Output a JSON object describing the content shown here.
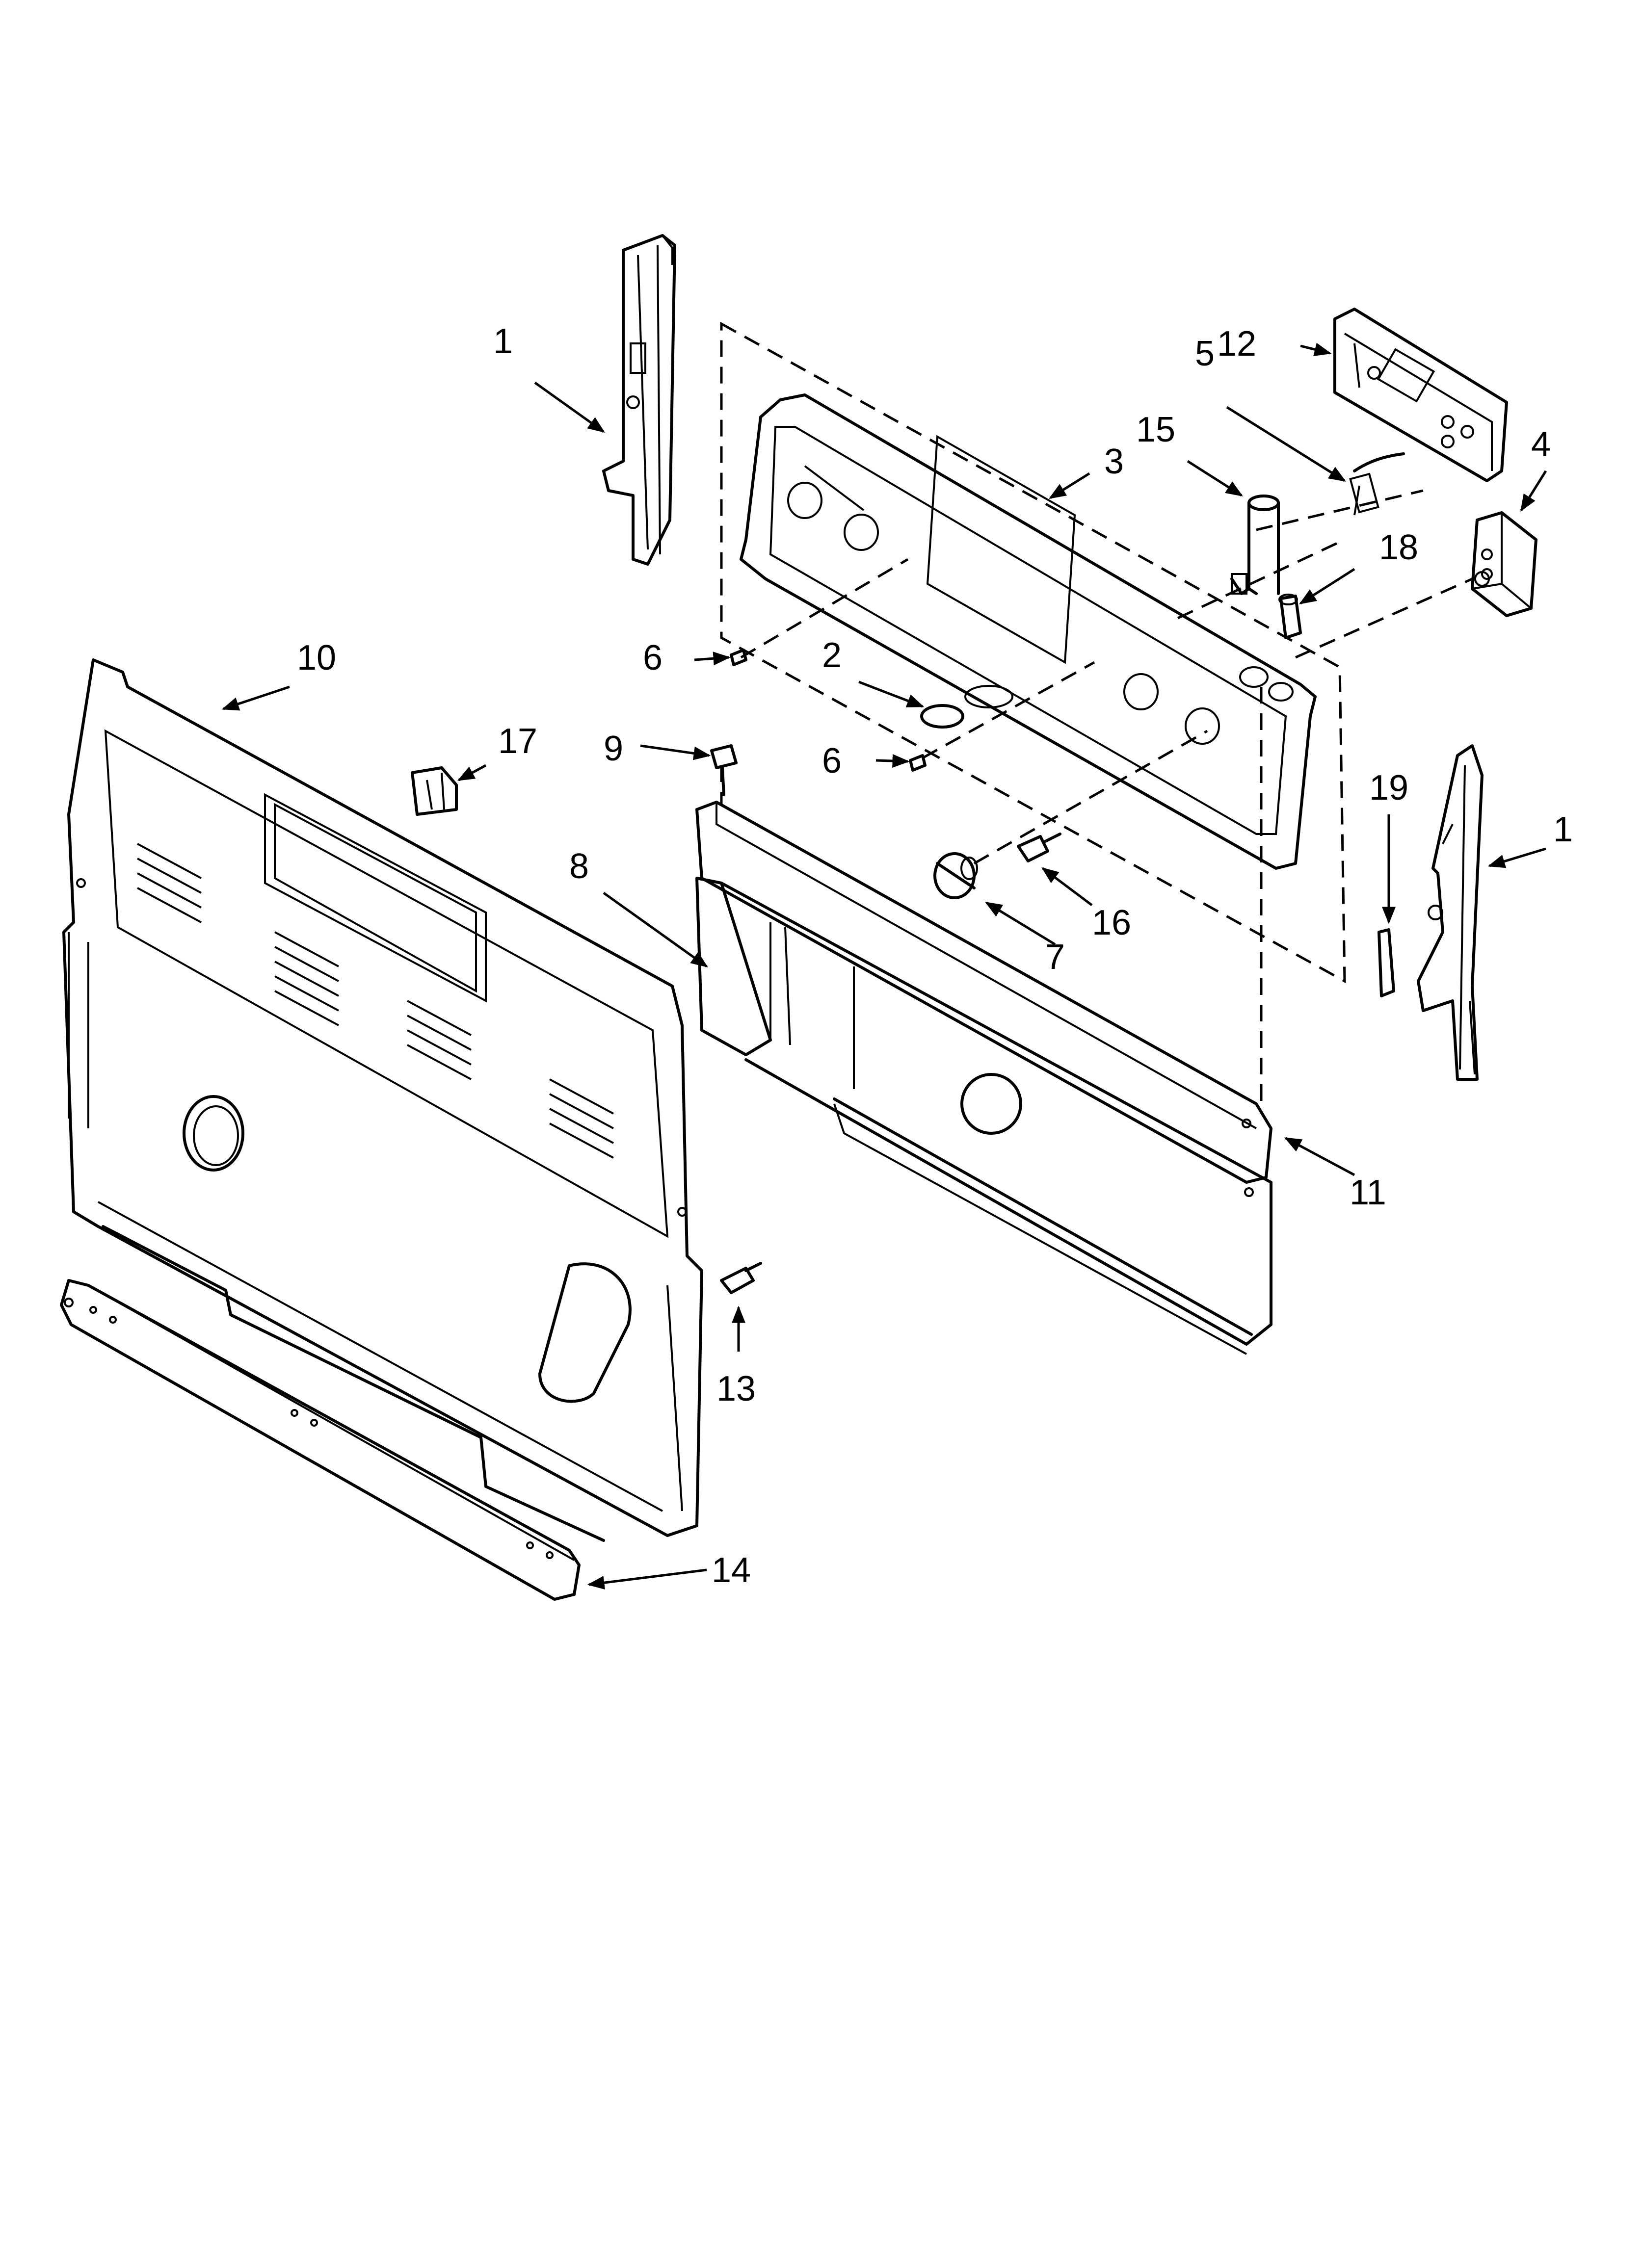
{
  "callouts": [
    {
      "id": "1",
      "label": "1"
    },
    {
      "id": "1b",
      "label": "1"
    },
    {
      "id": "2",
      "label": "2"
    },
    {
      "id": "3",
      "label": "3"
    },
    {
      "id": "4",
      "label": "4"
    },
    {
      "id": "5",
      "label": "5"
    },
    {
      "id": "6",
      "label": "6"
    },
    {
      "id": "6b",
      "label": "6"
    },
    {
      "id": "7",
      "label": "7"
    },
    {
      "id": "8",
      "label": "8"
    },
    {
      "id": "9",
      "label": "9"
    },
    {
      "id": "10",
      "label": "10"
    },
    {
      "id": "11",
      "label": "11"
    },
    {
      "id": "12",
      "label": "12"
    },
    {
      "id": "13",
      "label": "13"
    },
    {
      "id": "14",
      "label": "14"
    },
    {
      "id": "15",
      "label": "15"
    },
    {
      "id": "16",
      "label": "16"
    },
    {
      "id": "17",
      "label": "17"
    },
    {
      "id": "18",
      "label": "18"
    },
    {
      "id": "19",
      "label": "19"
    }
  ]
}
